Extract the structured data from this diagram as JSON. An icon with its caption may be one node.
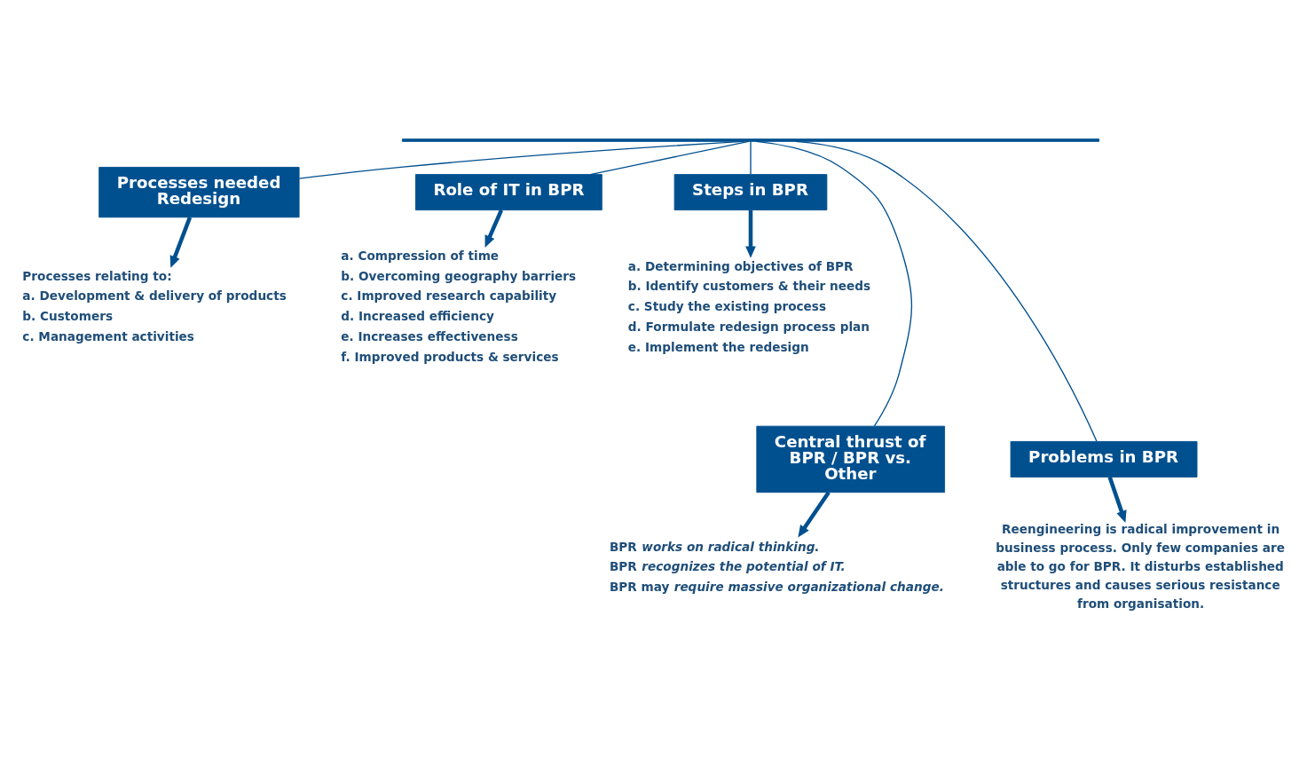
{
  "diagram": {
    "nodes": [
      {
        "text": [],
        "shape": "bar"
      },
      {
        "text": [
          "Processes needed Redesign"
        ]
      },
      {
        "text": [
          "Processes relating to:",
          "a. Development & delivery of products",
          "b. Customers",
          "c. Management activities"
        ]
      },
      {
        "text": [
          "Role of IT in BPR"
        ]
      },
      {
        "text": [
          "a. Compression of time",
          "b. Overcoming geography barriers",
          "c. Improved research capability",
          "d. Increased efficiency",
          "e. Increases effectiveness",
          "f. Improved products & services"
        ]
      },
      {
        "text": [
          "Steps in BPR"
        ]
      },
      {
        "text": [
          "a. Determining objectives of BPR",
          "b. Identify customers & their needs",
          "c. Study the existing process",
          "d. Formulate redesign process plan",
          "e. Implement the redesign"
        ]
      },
      {
        "text": [
          "Central thrust of BPR / BPR vs. Other"
        ]
      },
      {
        "text": [
          "BPR *works on radical thinking*.",
          "BPR *recognizes the potential of IT.*",
          "BPR may *require massive organizational change.*"
        ]
      },
      {
        "text": [
          "Problems in BPR"
        ]
      },
      {
        "text": [
          "Reengineering is radical improvement in business process. Only few companies are able to go for BPR. It disturbs established structures and causes serious resistance from organisation."
        ]
      }
    ],
    "edges": [
      {
        "from": 0,
        "to": 1,
        "arrow": "none"
      },
      {
        "from": 0,
        "to": 3,
        "arrow": "none"
      },
      {
        "from": 0,
        "to": 5,
        "arrow": "none"
      },
      {
        "from": 0,
        "to": 7,
        "arrow": "none"
      },
      {
        "from": 0,
        "to": 9,
        "arrow": "none"
      },
      {
        "from": 1,
        "to": 2,
        "arrow": "to",
        "style": "thick"
      },
      {
        "from": 3,
        "to": 4,
        "arrow": "to",
        "style": "thick"
      },
      {
        "from": 5,
        "to": 6,
        "arrow": "to",
        "style": "thick"
      },
      {
        "from": 7,
        "to": 8,
        "arrow": "to",
        "style": "thick"
      },
      {
        "from": 9,
        "to": 10,
        "arrow": "to",
        "style": "thick"
      }
    ]
  }
}
